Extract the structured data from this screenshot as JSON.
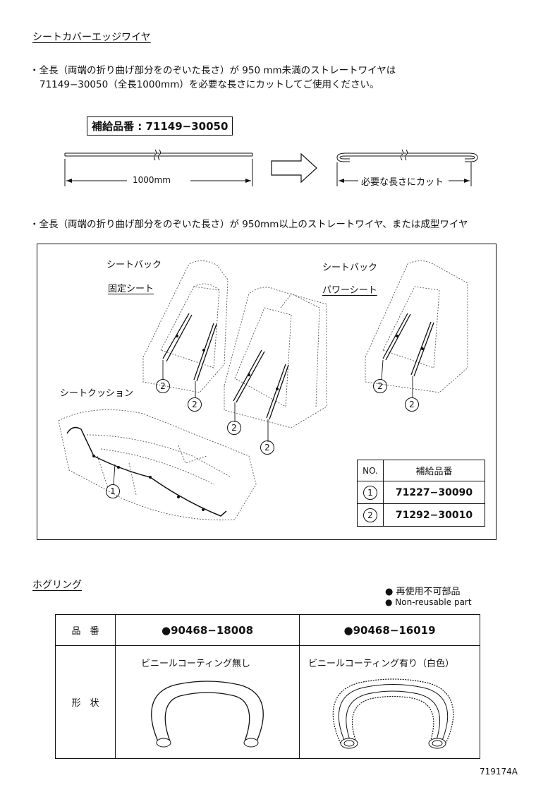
{
  "edge_wire": {
    "title": "シートカバーエッジワイヤ",
    "note1_line1": "・全長（両端の折り曲げ部分をのぞいた長さ）が 950 mm未満のストレートワイヤは",
    "note1_line2": "71149−30050（全長1000mm）を必要な長さにカットしてご使用ください。",
    "supply_label": "補給品番 : 71149−30050",
    "length_label": "1000mm",
    "cut_label": "必要な長さにカット",
    "note2": "・全長（両端の折り曲げ部分をのぞいた長さ）が 950mm以上のストレートワイヤ、または成型ワイヤ"
  },
  "diagram": {
    "seatback_fixed_line1": "シートバック",
    "seatback_fixed_line2": "固定シート",
    "seatback_power_line1": "シートバック",
    "seatback_power_line2": "パワーシート",
    "seat_cushion": "シートクッション",
    "callout_1": "1",
    "callout_2": "2",
    "parts_table": {
      "header_no": "NO.",
      "header_part": "補給品番",
      "rows": [
        {
          "no": "1",
          "part": "71227−30090"
        },
        {
          "no": "2",
          "part": "71292−30010"
        }
      ]
    }
  },
  "hog_ring": {
    "title": "ホグリング",
    "legend_jp": "● 再使用不可部品",
    "legend_en": "● Non-reusable part",
    "row_part_label": "品　番",
    "row_shape_label": "形　状",
    "part_a": "●90468−18008",
    "part_b": "●90468−16019",
    "desc_a": "ビニールコーティング無し",
    "desc_b": "ビニールコーティング有り（白色）"
  },
  "figure_id": "719174A"
}
